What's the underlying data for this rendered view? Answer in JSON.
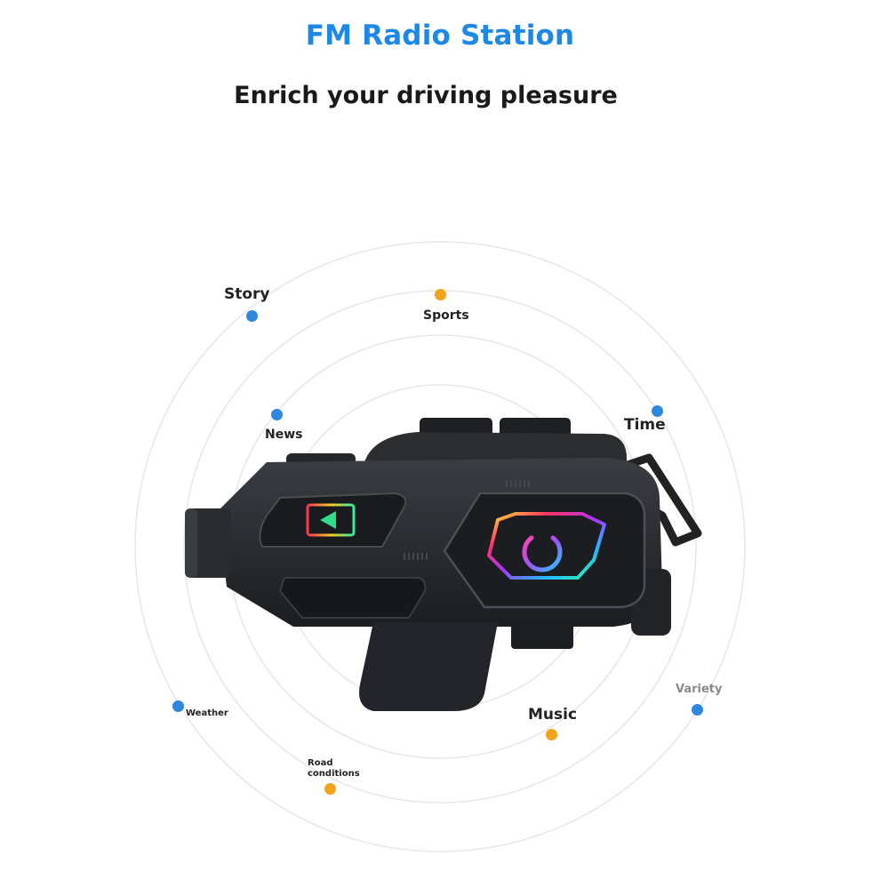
{
  "header": {
    "title": "FM Radio Station",
    "subtitle": "Enrich your driving pleasure"
  },
  "colors": {
    "title": "#1e88e5",
    "dot_blue": "#2f86dd",
    "dot_orange": "#f2a31b",
    "ring": "#e6e6e6",
    "device_body": "#2a2c30"
  },
  "device": {
    "name_icon_left": "prev-track-icon",
    "name_icon_right": "power-icon"
  },
  "categories": {
    "story": "Story",
    "sports": "Sports",
    "news": "News",
    "time": "Time",
    "weather": "Weather",
    "music": "Music",
    "variety": "Variety",
    "road_line1": "Road",
    "road_line2": "conditions"
  }
}
